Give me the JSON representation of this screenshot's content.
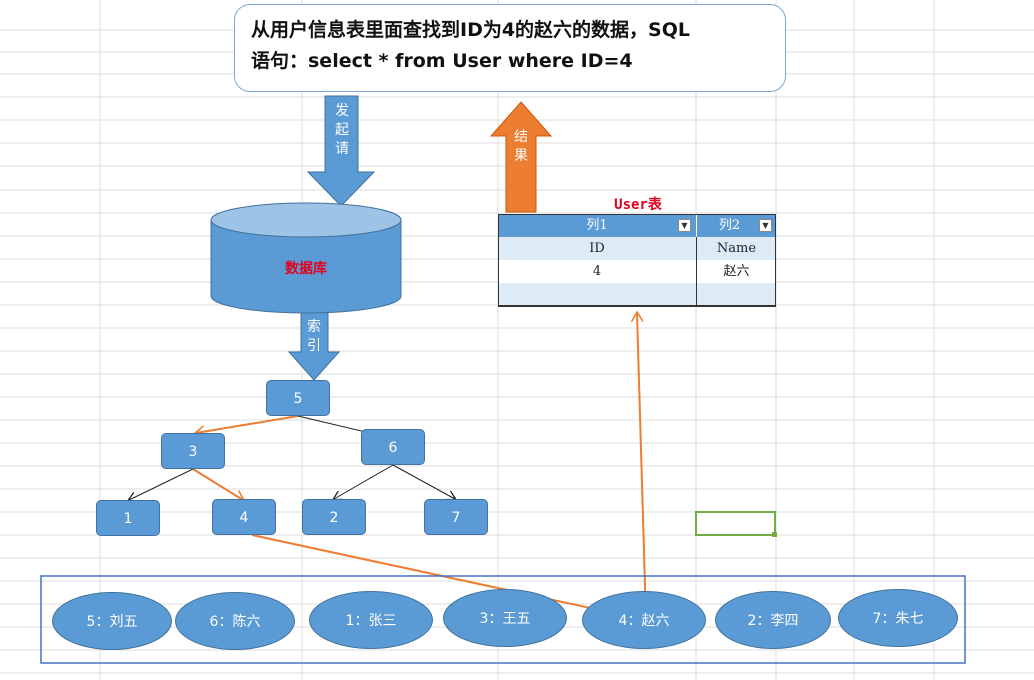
{
  "callout": {
    "line1": "从用户信息表里面查找到ID为4的赵六的数据，SQL",
    "line2": "语句：select * from User where ID=4"
  },
  "arrows": {
    "request": [
      "发",
      "起",
      "请"
    ],
    "result": [
      "结",
      "果"
    ],
    "index": [
      "索",
      "引"
    ]
  },
  "database": {
    "label": "数据库",
    "label_color": "#e3001b"
  },
  "tree": {
    "root": "5",
    "left": "3",
    "right": "6",
    "ll": "1",
    "lr": "4",
    "rl": "2",
    "rr": "7"
  },
  "table": {
    "title": "User表",
    "title_color": "#e3001b",
    "headers": [
      "列1",
      "列2"
    ],
    "rows": [
      [
        "ID",
        "Name"
      ],
      [
        "4",
        "赵六"
      ],
      [
        "",
        ""
      ]
    ]
  },
  "records": [
    "5：刘五",
    "6：陈六",
    "1：张三",
    "3：王五",
    "4：赵六",
    "2：李四",
    "7：朱七"
  ],
  "colors": {
    "node_fill": "#5b9bd5",
    "orange": "#ed7d31",
    "header_fill": "#5b9bd5",
    "band_fill": "#ddebf7",
    "selection": "#70ad47"
  }
}
